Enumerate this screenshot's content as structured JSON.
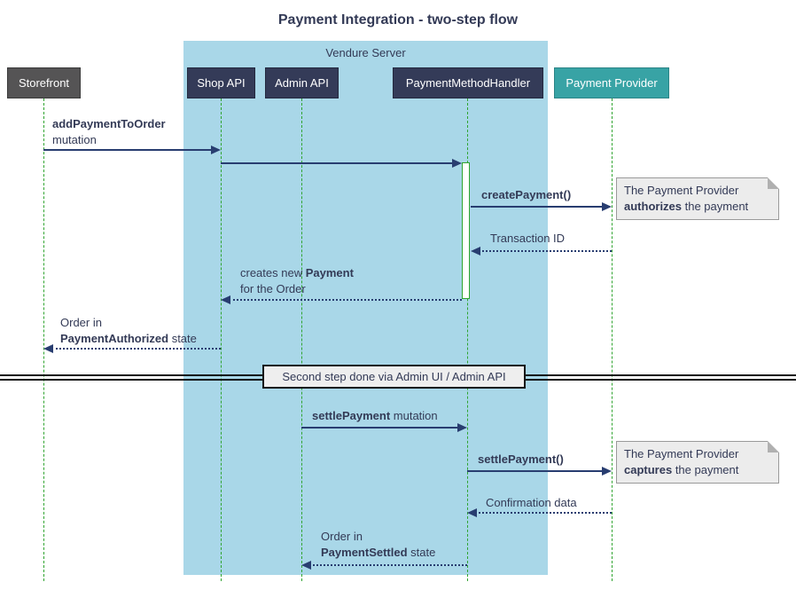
{
  "title": "Payment Integration - two-step flow",
  "container": {
    "label": "Vendure Server"
  },
  "participants": [
    {
      "label": "Storefront",
      "type": "external-gray"
    },
    {
      "label": "Shop API",
      "type": "internal-navy"
    },
    {
      "label": "Admin API",
      "type": "internal-navy"
    },
    {
      "label": "PaymentMethodHandler",
      "type": "internal-navy"
    },
    {
      "label": "Payment Provider",
      "type": "external-teal"
    }
  ],
  "messages": [
    {
      "from": "Storefront",
      "to": "Shop API",
      "style": "solid",
      "line1_bold": "addPaymentToOrder",
      "line2": "mutation"
    },
    {
      "from": "Shop API",
      "to": "PaymentMethodHandler",
      "style": "solid"
    },
    {
      "from": "PaymentMethodHandler",
      "to": "Payment Provider",
      "style": "solid",
      "line1_bold": "createPayment()"
    },
    {
      "from": "Payment Provider",
      "to": "PaymentMethodHandler",
      "style": "dotted",
      "line1": "Transaction ID"
    },
    {
      "from": "PaymentMethodHandler",
      "to": "Shop API",
      "style": "dotted",
      "line1_pre": "creates new ",
      "line1_bold": "Payment",
      "line2": "for the Order"
    },
    {
      "from": "Shop API",
      "to": "Storefront",
      "style": "dotted",
      "line1": "Order in",
      "line2_bold": "PaymentAuthorized",
      "line2_rest": " state"
    },
    {
      "from": "Admin API",
      "to": "PaymentMethodHandler",
      "style": "solid",
      "line1_bold": "settlePayment",
      "line1_rest": " mutation"
    },
    {
      "from": "PaymentMethodHandler",
      "to": "Payment Provider",
      "style": "solid",
      "line1_bold": "settlePayment()"
    },
    {
      "from": "Payment Provider",
      "to": "PaymentMethodHandler",
      "style": "dotted",
      "line1": "Confirmation data"
    },
    {
      "from": "PaymentMethodHandler",
      "to": "Admin API",
      "style": "dotted",
      "line1": "Order in",
      "line2_bold": "PaymentSettled",
      "line2_rest": " state"
    }
  ],
  "notes": [
    {
      "line1": "The Payment Provider",
      "line2_bold": "authorizes",
      "line2_rest": " the payment"
    },
    {
      "line1": "The Payment Provider",
      "line2_bold": "captures",
      "line2_rest": " the payment"
    }
  ],
  "divider": {
    "label": "Second step done via Admin UI / Admin API"
  },
  "colors": {
    "container_fill": "#A9D7E8",
    "participant_navy": "#343B58",
    "participant_gray": "#555455",
    "participant_teal": "#38A3A5",
    "lifeline_green": "#2FA42F",
    "arrow_navy": "#283D70",
    "text_navy": "#333A56",
    "note_fill": "#ECECEC",
    "divider_fill": "#EEEEEE"
  }
}
